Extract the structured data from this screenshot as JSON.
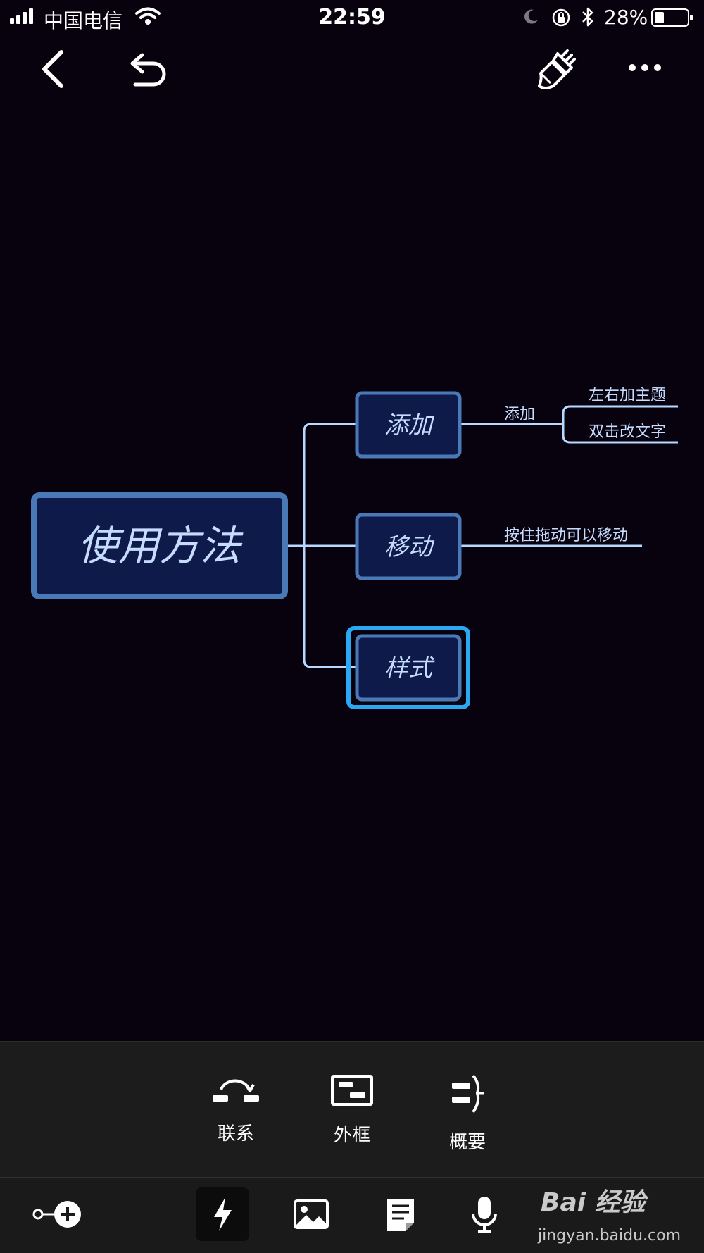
{
  "status_bar": {
    "carrier": "中国电信",
    "time": "22:59",
    "battery": "28%"
  },
  "topbar": {
    "icons": [
      "back-icon",
      "undo-icon",
      "paint-brush-icon",
      "more-icon"
    ]
  },
  "mindmap": {
    "root": "使用方法",
    "topics": [
      {
        "label": "添加",
        "children": [
          {
            "label": "添加",
            "children": [
              "左右加主题",
              "双击改文字"
            ]
          }
        ]
      },
      {
        "label": "移动",
        "children": [
          {
            "label": "按住拖动可以移动",
            "children": []
          }
        ]
      },
      {
        "label": "样式",
        "selected": true,
        "children": []
      }
    ],
    "colors": {
      "node_fill": "#0e1a4a",
      "node_border": "#4a79b8",
      "text": "#c6dcff",
      "line": "#b9d8ff",
      "selection": "#2aa8f2"
    }
  },
  "tool_panel": {
    "items": [
      {
        "label": "联系",
        "icon": "relationship-icon"
      },
      {
        "label": "外框",
        "icon": "boundary-icon"
      },
      {
        "label": "概要",
        "icon": "summary-icon"
      }
    ]
  },
  "bottom_bar": {
    "icons": [
      "add-subtopic-icon",
      "lightning-icon",
      "image-icon",
      "note-icon",
      "microphone-icon"
    ]
  },
  "watermark": {
    "logo": "Bai 经验",
    "url": "jingyan.baidu.com"
  }
}
